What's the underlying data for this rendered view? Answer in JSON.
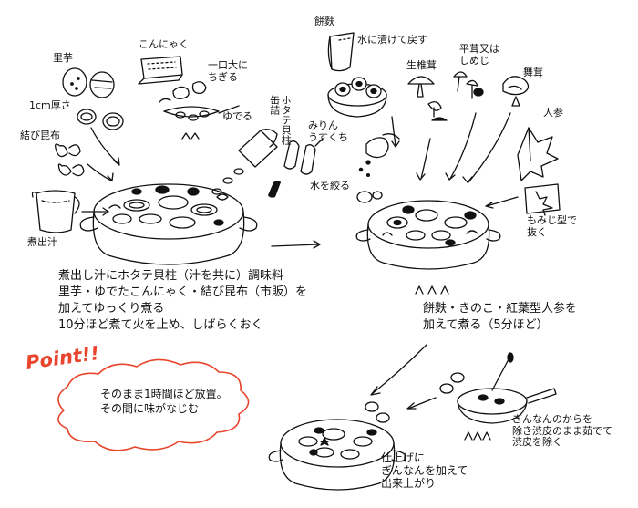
{
  "ingredients": {
    "satoimo": "里芋",
    "thickness": "1cm厚さ",
    "konnyaku": "こんにゃく",
    "tear": "一口大に\nちぎる",
    "boil": "ゆでる",
    "konbu": "結び昆布",
    "broth": "煮出汁",
    "hotate": "ホタテ貝柱\n缶詰",
    "mirin": "みりん\nうすくち",
    "fu": "餅麩",
    "soak": "水に漬けて戻す",
    "squeeze": "水を絞る",
    "shiitake": "生椎茸",
    "shimeji": "平茸又は\nしめじ",
    "maitake": "舞茸",
    "ninjin": "人参",
    "momiji_cut": "もみじ型で\n抜く"
  },
  "steps": {
    "step1": "煮出し汁にホタテ貝柱（汁を共に）調味料\n里芋・ゆでたこんにゃく・結び昆布（市販）を\n加えてゆっくり煮る\n10分ほど煮て火を止め、しばらくおく",
    "step2": "餅麩・きのこ・紅葉型人参を\n加えて煮る（5分ほど）",
    "ginnan": "ぎんなんのからを\n除き渋皮のまま茹でて\n渋皮を除く",
    "finish": "仕上げに\nぎんなんを加えて\n出来上がり"
  },
  "point": {
    "title": "Point!!",
    "text": "そのまま1時間ほど放置。\nその間に味がなじむ"
  },
  "colors": {
    "ink": "#111111",
    "point_accent": "#e8452c",
    "background": "#ffffff"
  }
}
